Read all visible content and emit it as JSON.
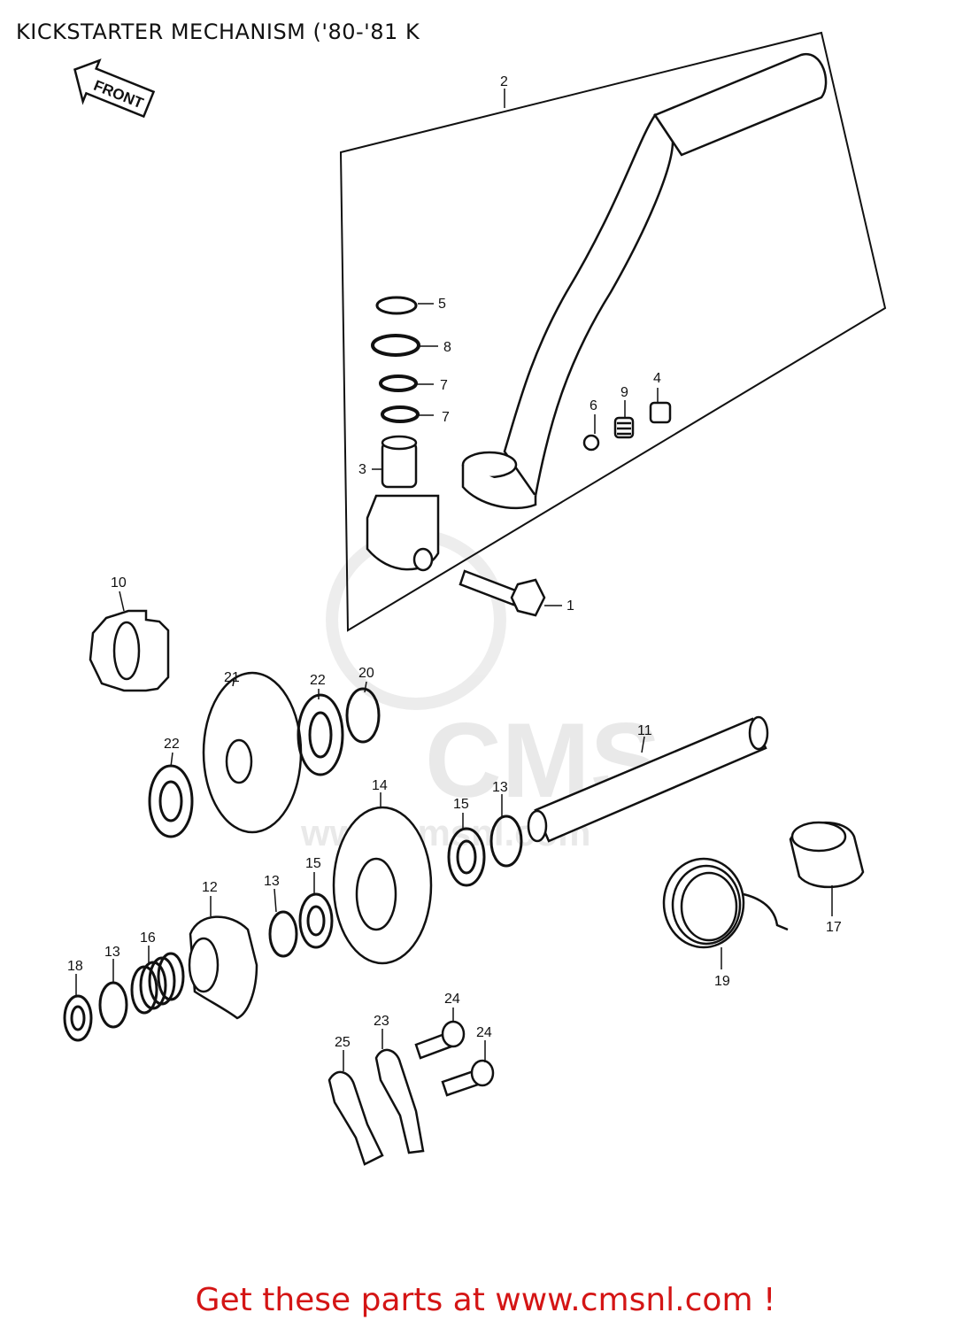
{
  "title": "KICKSTARTER MECHANISM ('80-'81 K",
  "footer": "Get these parts at www.cmsnl.com !",
  "front_label": "FRONT",
  "watermark": {
    "text": "CMS",
    "url_text": "www.cmsnl.com"
  },
  "callouts": [
    {
      "id": "c2",
      "text": "2"
    },
    {
      "id": "c5",
      "text": "5"
    },
    {
      "id": "c8",
      "text": "8"
    },
    {
      "id": "c7a",
      "text": "7"
    },
    {
      "id": "c7b",
      "text": "7"
    },
    {
      "id": "c3",
      "text": "3"
    },
    {
      "id": "c6",
      "text": "6"
    },
    {
      "id": "c9",
      "text": "9"
    },
    {
      "id": "c4",
      "text": "4"
    },
    {
      "id": "c1",
      "text": "1"
    },
    {
      "id": "c10",
      "text": "10"
    },
    {
      "id": "c21",
      "text": "21"
    },
    {
      "id": "c22a",
      "text": "22"
    },
    {
      "id": "c20",
      "text": "20"
    },
    {
      "id": "c22b",
      "text": "22"
    },
    {
      "id": "c11",
      "text": "11"
    },
    {
      "id": "c14",
      "text": "14"
    },
    {
      "id": "c13a",
      "text": "13"
    },
    {
      "id": "c15a",
      "text": "15"
    },
    {
      "id": "c15b",
      "text": "15"
    },
    {
      "id": "c13b",
      "text": "13"
    },
    {
      "id": "c12",
      "text": "12"
    },
    {
      "id": "c16",
      "text": "16"
    },
    {
      "id": "c13c",
      "text": "13"
    },
    {
      "id": "c18",
      "text": "18"
    },
    {
      "id": "c17",
      "text": "17"
    },
    {
      "id": "c19",
      "text": "19"
    },
    {
      "id": "c24a",
      "text": "24"
    },
    {
      "id": "c24b",
      "text": "24"
    },
    {
      "id": "c23",
      "text": "23"
    },
    {
      "id": "c25",
      "text": "25"
    }
  ]
}
